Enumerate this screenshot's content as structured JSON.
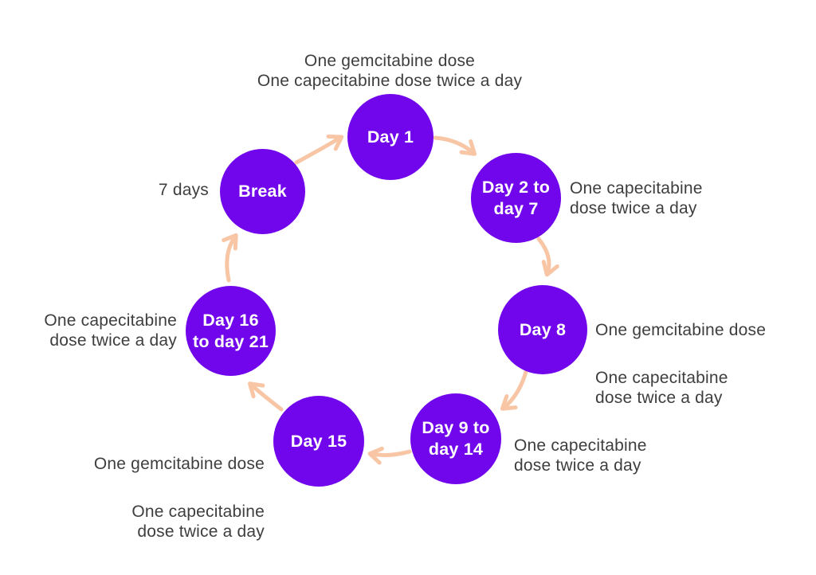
{
  "colors": {
    "circle_fill": "#7106EC",
    "circle_text": "#FFFFFF",
    "arrow_color": "#F8C5A5",
    "annotation_text": "#3E3E3E",
    "background": "#FFFFFF"
  },
  "nodes": [
    {
      "id": "day-1",
      "label": "Day 1",
      "annotation": "One gemcitabine dose\nOne capecitabine dose twice a day"
    },
    {
      "id": "day-2-to-7",
      "label": "Day 2 to\nday 7",
      "annotation": "One capecitabine\ndose twice a day"
    },
    {
      "id": "day-8",
      "label": "Day 8",
      "annotation_line1": "One gemcitabine dose",
      "annotation_line2": "One capecitabine\ndose twice a day"
    },
    {
      "id": "day-9-to-14",
      "label": "Day 9 to\nday 14",
      "annotation": "One capecitabine\ndose twice a day"
    },
    {
      "id": "day-15",
      "label": "Day 15",
      "annotation_line1": "One gemcitabine dose",
      "annotation_line2": "One capecitabine\ndose twice a day"
    },
    {
      "id": "day-16-to-21",
      "label": "Day 16\nto day 21",
      "annotation": "One capecitabine\ndose twice a day"
    },
    {
      "id": "break",
      "label": "Break",
      "annotation": "7 days"
    }
  ]
}
